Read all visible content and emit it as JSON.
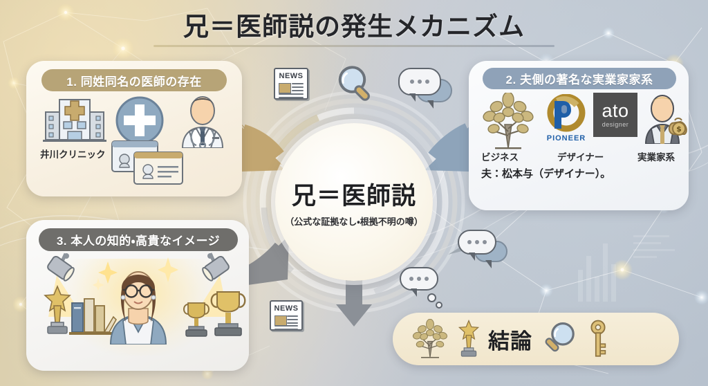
{
  "header": {
    "title": "兄＝医師説の発生メカニズム"
  },
  "hub": {
    "title": "兄＝医師説",
    "subtitle": "（公式な証拠なし・根拠不明の噂）"
  },
  "cards": [
    {
      "id": "card-1",
      "number": "1.",
      "heading": "1. 同姓同名の医師の存在",
      "pill_color": "#b7a477",
      "labels": [
        {
          "text": "井川クリニック"
        }
      ],
      "icons": [
        "hospital-icon",
        "medical-cross-icon",
        "doctor-icon",
        "id-cards-icon"
      ]
    },
    {
      "id": "card-2",
      "number": "2.",
      "heading": "2. 夫側の著名な実業家家系",
      "pill_color": "#8fa2b8",
      "labels": [
        {
          "text": "ビジネス"
        },
        {
          "text": "デザイナー"
        },
        {
          "text": "実業家系"
        }
      ],
      "sentence": "夫：松本与（デザイナー）。",
      "logos": [
        {
          "name": "pioneer-logo",
          "text": "PIONEER"
        },
        {
          "name": "ato-designer-logo",
          "text": "ato",
          "subtext": "designer"
        }
      ],
      "icons": [
        "family-tree-icon",
        "businessman-money-icon"
      ]
    },
    {
      "id": "card-3",
      "number": "3.",
      "heading": "3. 本人の知的・高貴なイメージ",
      "pill_color": "#6f6e6b",
      "labels": [],
      "icons": [
        "spotlight-icon",
        "award-statue-icon",
        "books-icon",
        "woman-portrait-icon",
        "trophy-small-icon",
        "trophy-large-icon",
        "sparkle-icon"
      ]
    }
  ],
  "conclusion": {
    "text": "結論",
    "icons": [
      "family-tree-icon",
      "award-statue-icon",
      "magnifier-icon",
      "key-icon"
    ]
  },
  "decorations": {
    "news_label": "NEWS",
    "items": [
      {
        "name": "news-icon-top"
      },
      {
        "name": "magnifier-icon-top"
      },
      {
        "name": "speech-bubbles-top"
      },
      {
        "name": "news-icon-bottom"
      },
      {
        "name": "speech-bubbles-right"
      },
      {
        "name": "thought-bubble-bottom"
      }
    ]
  },
  "arrows": [
    {
      "name": "arrow-card1-to-hub",
      "color": "#c2a671",
      "direction": "right-down"
    },
    {
      "name": "arrow-card2-to-hub",
      "color": "#8ea4ba",
      "direction": "left-down"
    },
    {
      "name": "arrow-card3-to-hub",
      "color": "#8b8d90",
      "direction": "right-up"
    },
    {
      "name": "arrow-hub-to-conclusion",
      "color": "#8b9097",
      "direction": "down"
    }
  ],
  "palette": {
    "bg_left": "#d9cca8",
    "bg_right": "#b7c1cd",
    "gold": "#c2a671",
    "slate": "#8ea4ba",
    "gray": "#8b8d90",
    "card_cream": "#f7efe0",
    "text_dark": "#1f2023"
  }
}
